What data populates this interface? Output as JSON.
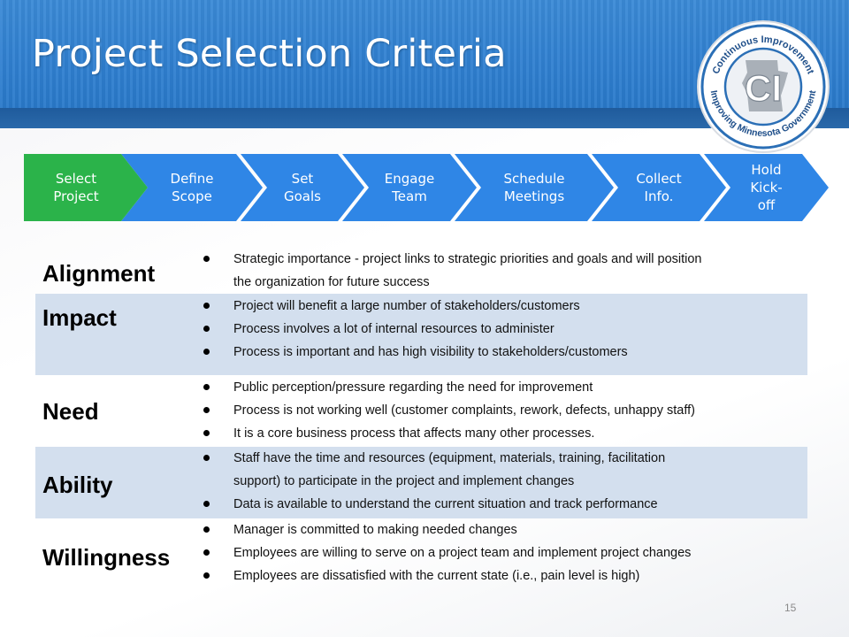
{
  "slide": {
    "title": "Project Selection Criteria",
    "page_number": "15"
  },
  "logo": {
    "ring_top_text": "Continuous Improvement",
    "ring_bottom_text": "Improving Minnesota Government",
    "monogram": "CI"
  },
  "process_steps": [
    {
      "label": "Select\nProject",
      "active": true
    },
    {
      "label": "Define\nScope",
      "active": false
    },
    {
      "label": "Set\nGoals",
      "active": false
    },
    {
      "label": "Engage\nTeam",
      "active": false
    },
    {
      "label": "Schedule\nMeetings",
      "active": false
    },
    {
      "label": "Collect\nInfo.",
      "active": false
    },
    {
      "label": "Hold\nKick-\noff",
      "active": false
    }
  ],
  "colors": {
    "active_step": "#2bb34a",
    "step": "#2f86e6",
    "header": "#2f7fd0",
    "row_shade": "#d3dfee"
  },
  "criteria": [
    {
      "label": "Alignment",
      "bullets": [
        "Strategic importance - project links to strategic priorities and goals and will position",
        "the organization for future success"
      ]
    },
    {
      "label": "Impact",
      "bullets": [
        "Project will benefit a large number of stakeholders/customers",
        "Process involves a lot of internal resources to administer",
        "Process is important and has high visibility to stakeholders/customers"
      ]
    },
    {
      "label": "Need",
      "bullets": [
        "Public perception/pressure regarding the need for improvement",
        "Process is not working well (customer complaints, rework, defects, unhappy staff)",
        "It is a core business process that affects many other processes."
      ]
    },
    {
      "label": "Ability",
      "bullets": [
        "Staff have the time and resources (equipment, materials, training, facilitation",
        "support) to participate in the project and implement changes",
        "Data is available to understand the current situation and track performance"
      ]
    },
    {
      "label": "Willingness",
      "bullets": [
        "Manager is committed to making needed changes",
        "Employees are willing to serve on a project team and implement project changes",
        "Employees are dissatisfied with the current state (i.e., pain level is high)"
      ]
    }
  ]
}
